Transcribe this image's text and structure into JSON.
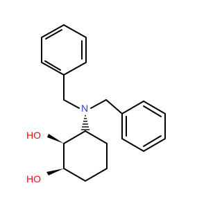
{
  "molecule": {
    "atoms": {
      "nitrogen": "N",
      "hydroxyl_1": "HO",
      "hydroxyl_2": "HO"
    },
    "colors": {
      "nitrogen": "#3333ff",
      "oxygen": "#ff0000",
      "bond": "#000000"
    }
  }
}
